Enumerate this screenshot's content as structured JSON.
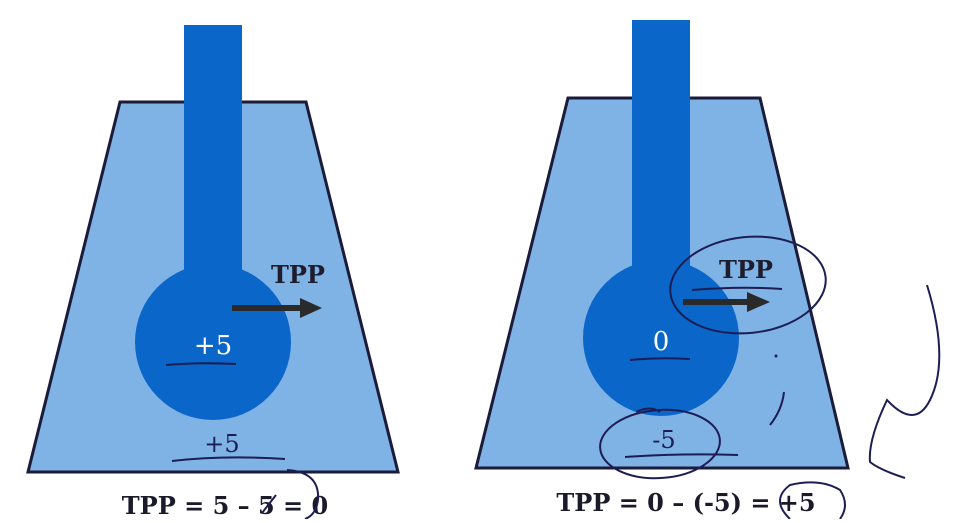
{
  "diagrams": [
    {
      "tpp_label": "TPP",
      "bulb_value": "+5",
      "outside_value": "+5",
      "equation": "TPP = 5 – 5 = 0"
    },
    {
      "tpp_label": "TPP",
      "bulb_value": "0",
      "outside_value": "-5",
      "equation": "TPP = 0 – (-5) = +5"
    }
  ],
  "colors": {
    "container_fill": "#7fb2e5",
    "tube_fill": "#0a66c8",
    "outline": "#1b1b3a",
    "arrow": "#2a2a2a",
    "ink": "#1d1d55"
  }
}
